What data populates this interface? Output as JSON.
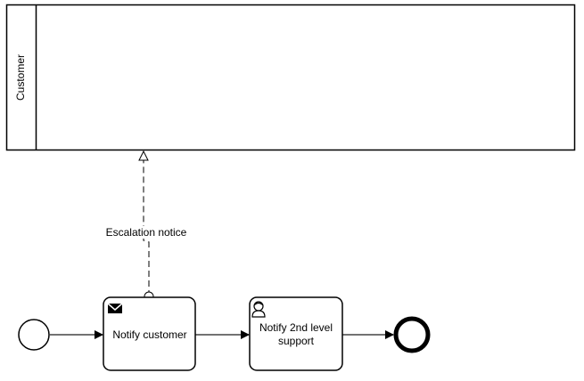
{
  "diagram": {
    "pool": {
      "label": "Customer"
    },
    "message_flow": {
      "label": "Escalation notice"
    },
    "start_event": {
      "type": "none"
    },
    "tasks": [
      {
        "label_lines": [
          "Notify customer"
        ],
        "icon": "envelope-icon",
        "type": "send-task"
      },
      {
        "label_lines": [
          "Notify 2nd level",
          "support"
        ],
        "icon": "user-icon",
        "type": "user-task"
      }
    ],
    "end_event": {
      "type": "none"
    },
    "colors": {
      "stroke": "#000000",
      "background": "#ffffff"
    }
  }
}
